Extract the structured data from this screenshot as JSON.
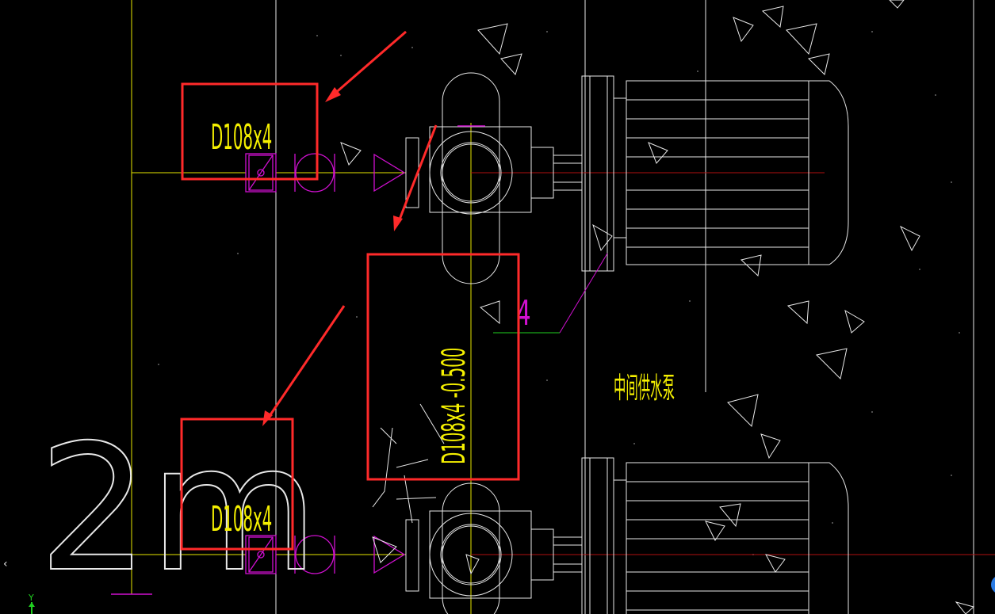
{
  "labels": {
    "pipe_spec_top": "D108x4",
    "pipe_spec_bottom": "D108x4",
    "pipe_spec_center": "D108x4 -0.500",
    "pump_title": "中间供水泵",
    "dimension_value": "2m",
    "tag_number": "4",
    "ucs_y_label": "Y"
  },
  "colors": {
    "background": "#000000",
    "cad_yellow": "#f5f000",
    "cad_white": "#e8e8e8",
    "cad_magenta": "#d010d0",
    "highlight_red": "#ff2a2a",
    "ucs_green": "#20d020"
  }
}
